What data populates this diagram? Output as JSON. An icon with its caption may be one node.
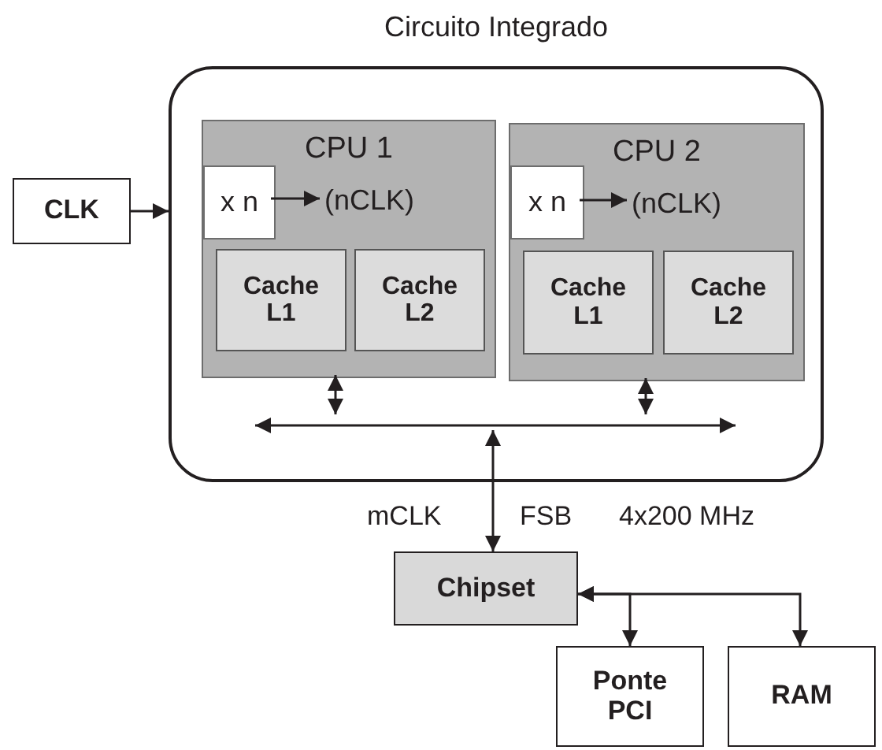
{
  "diagram": {
    "nodes": [
      {
        "text": [
          "Circuito Integrado"
        ]
      },
      {
        "text": [
          "CPU 1"
        ],
        "in": 0
      },
      {
        "text": [
          "x n"
        ],
        "in": 1
      },
      {
        "text": [
          "(nCLK)"
        ],
        "in": 1
      },
      {
        "text": [
          "Cache L1"
        ],
        "in": 1
      },
      {
        "text": [
          "Cache L2"
        ],
        "in": 1
      },
      {
        "text": [
          "CPU 2"
        ],
        "in": 0
      },
      {
        "text": [
          "x n"
        ],
        "in": 6
      },
      {
        "text": [
          "(nCLK)"
        ],
        "in": 6
      },
      {
        "text": [
          "Cache L1"
        ],
        "in": 6
      },
      {
        "text": [
          "Cache L2"
        ],
        "in": 6
      },
      {
        "text": [],
        "shape": "bar",
        "in": 0
      },
      {
        "text": [
          "CLK"
        ]
      },
      {
        "text": [
          "Chipset"
        ]
      },
      {
        "text": [
          "Ponte PCI"
        ]
      },
      {
        "text": [
          "RAM"
        ]
      }
    ],
    "edges": [
      {
        "from": 12,
        "to": 0,
        "arrow": "to"
      },
      {
        "from": 2,
        "to": 3,
        "arrow": "to"
      },
      {
        "from": 7,
        "to": 8,
        "arrow": "to"
      },
      {
        "from": 1,
        "to": 11,
        "arrow": "both"
      },
      {
        "from": 6,
        "to": 11,
        "arrow": "both"
      },
      {
        "from": 13,
        "to": 11,
        "arrow": "both"
      },
      {
        "from": 13,
        "to": 14,
        "arrow": "both"
      },
      {
        "from": 13,
        "to": 15,
        "arrow": "both"
      }
    ],
    "labels": [
      "mCLK",
      "FSB",
      "4x200 MHz"
    ]
  }
}
